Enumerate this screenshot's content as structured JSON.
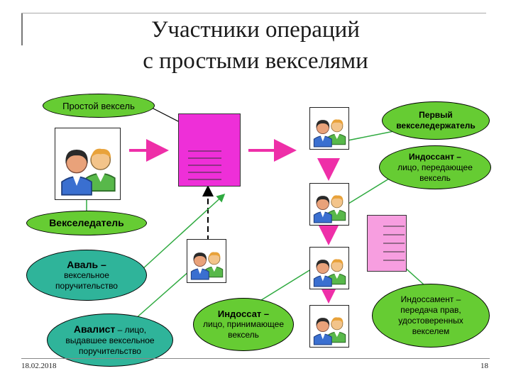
{
  "title": {
    "line1": "Участники операций",
    "line2": "с простыми векселями"
  },
  "labels": {
    "prostoy_veksel": "Простой вексель",
    "perviy": "Первый векселедержатель",
    "indossant_title": "Индоссант –",
    "indossant_desc": "лицо, передающее вексель",
    "vekseledatel": "Векселедатель",
    "aval_title": "Аваль –",
    "aval_desc": "вексельное поручительство",
    "avalist_title": "Авалист",
    "avalist_suffix": " – лицо,",
    "avalist_desc": "выдавшее вексельное поручительство",
    "indossat_title": "Индоссат –",
    "indossat_desc": "лицо, принимающее вексель",
    "indossament": "Индоссамент – передача прав, удостоверенных векселем"
  },
  "footer": {
    "date": "18.02.2018",
    "page": "18"
  },
  "colors": {
    "green_fill": "#66cc33",
    "teal_fill": "#2fb49a",
    "doc_main": "#ee2fd8",
    "doc_small": "#f79ee0",
    "arrow_pink": "#ee2fa8",
    "connector_green": "#2faa40"
  },
  "icons": [
    "two-persons-icon"
  ]
}
